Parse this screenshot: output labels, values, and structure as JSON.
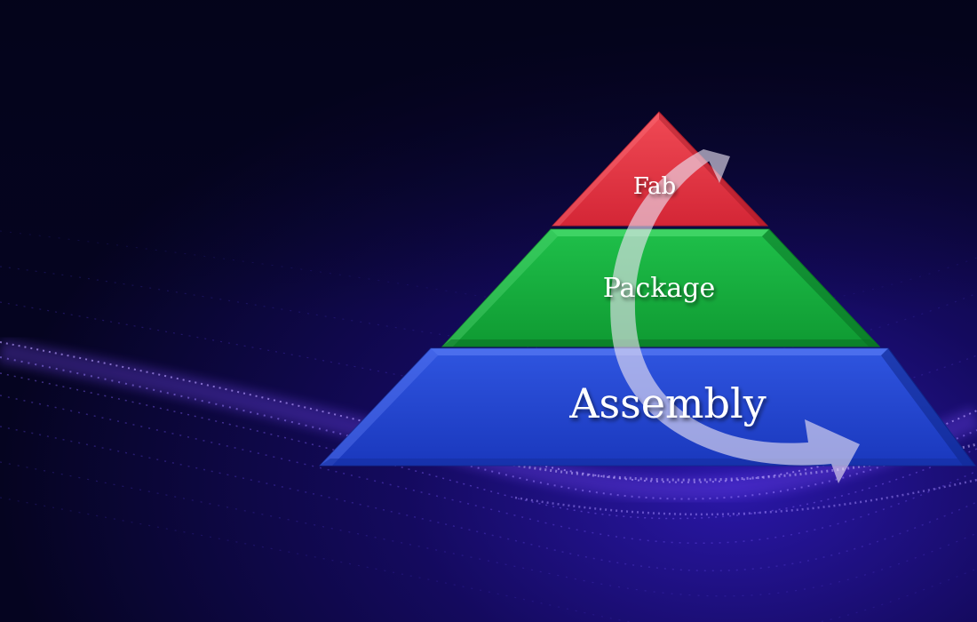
{
  "diagram": {
    "tiers": [
      {
        "label": "Fab",
        "color": "#e0323f"
      },
      {
        "label": "Package",
        "color": "#16a83a"
      },
      {
        "label": "Assembly",
        "color": "#1f3fc8"
      }
    ],
    "arrow_color": "#e8e0f0",
    "background_colors": [
      "#07062a",
      "#1a0c6e",
      "#6a35ff"
    ]
  }
}
